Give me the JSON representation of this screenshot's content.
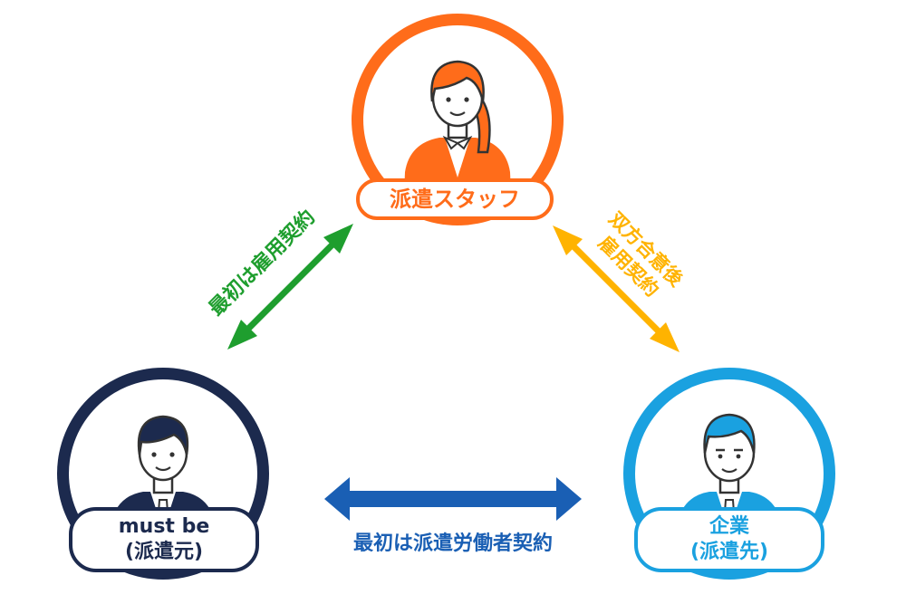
{
  "nodes": {
    "staff": {
      "label": "派遣スタッフ",
      "color": "#ff6c1a"
    },
    "agency": {
      "label_line1": "must be",
      "label_line2": "(派遣元)",
      "color": "#1c2a4e"
    },
    "company": {
      "label_line1": "企業",
      "label_line2": "(派遣先)",
      "color": "#1aa1e0"
    }
  },
  "relations": {
    "left": {
      "label": "最初は雇用契約",
      "color": "#1e9e2e"
    },
    "right": {
      "line1": "双方合意後",
      "line2": "雇用契約",
      "color": "#ffb300"
    },
    "bottom": {
      "label": "最初は派遣労働者契約",
      "color": "#1a5fb4"
    }
  }
}
